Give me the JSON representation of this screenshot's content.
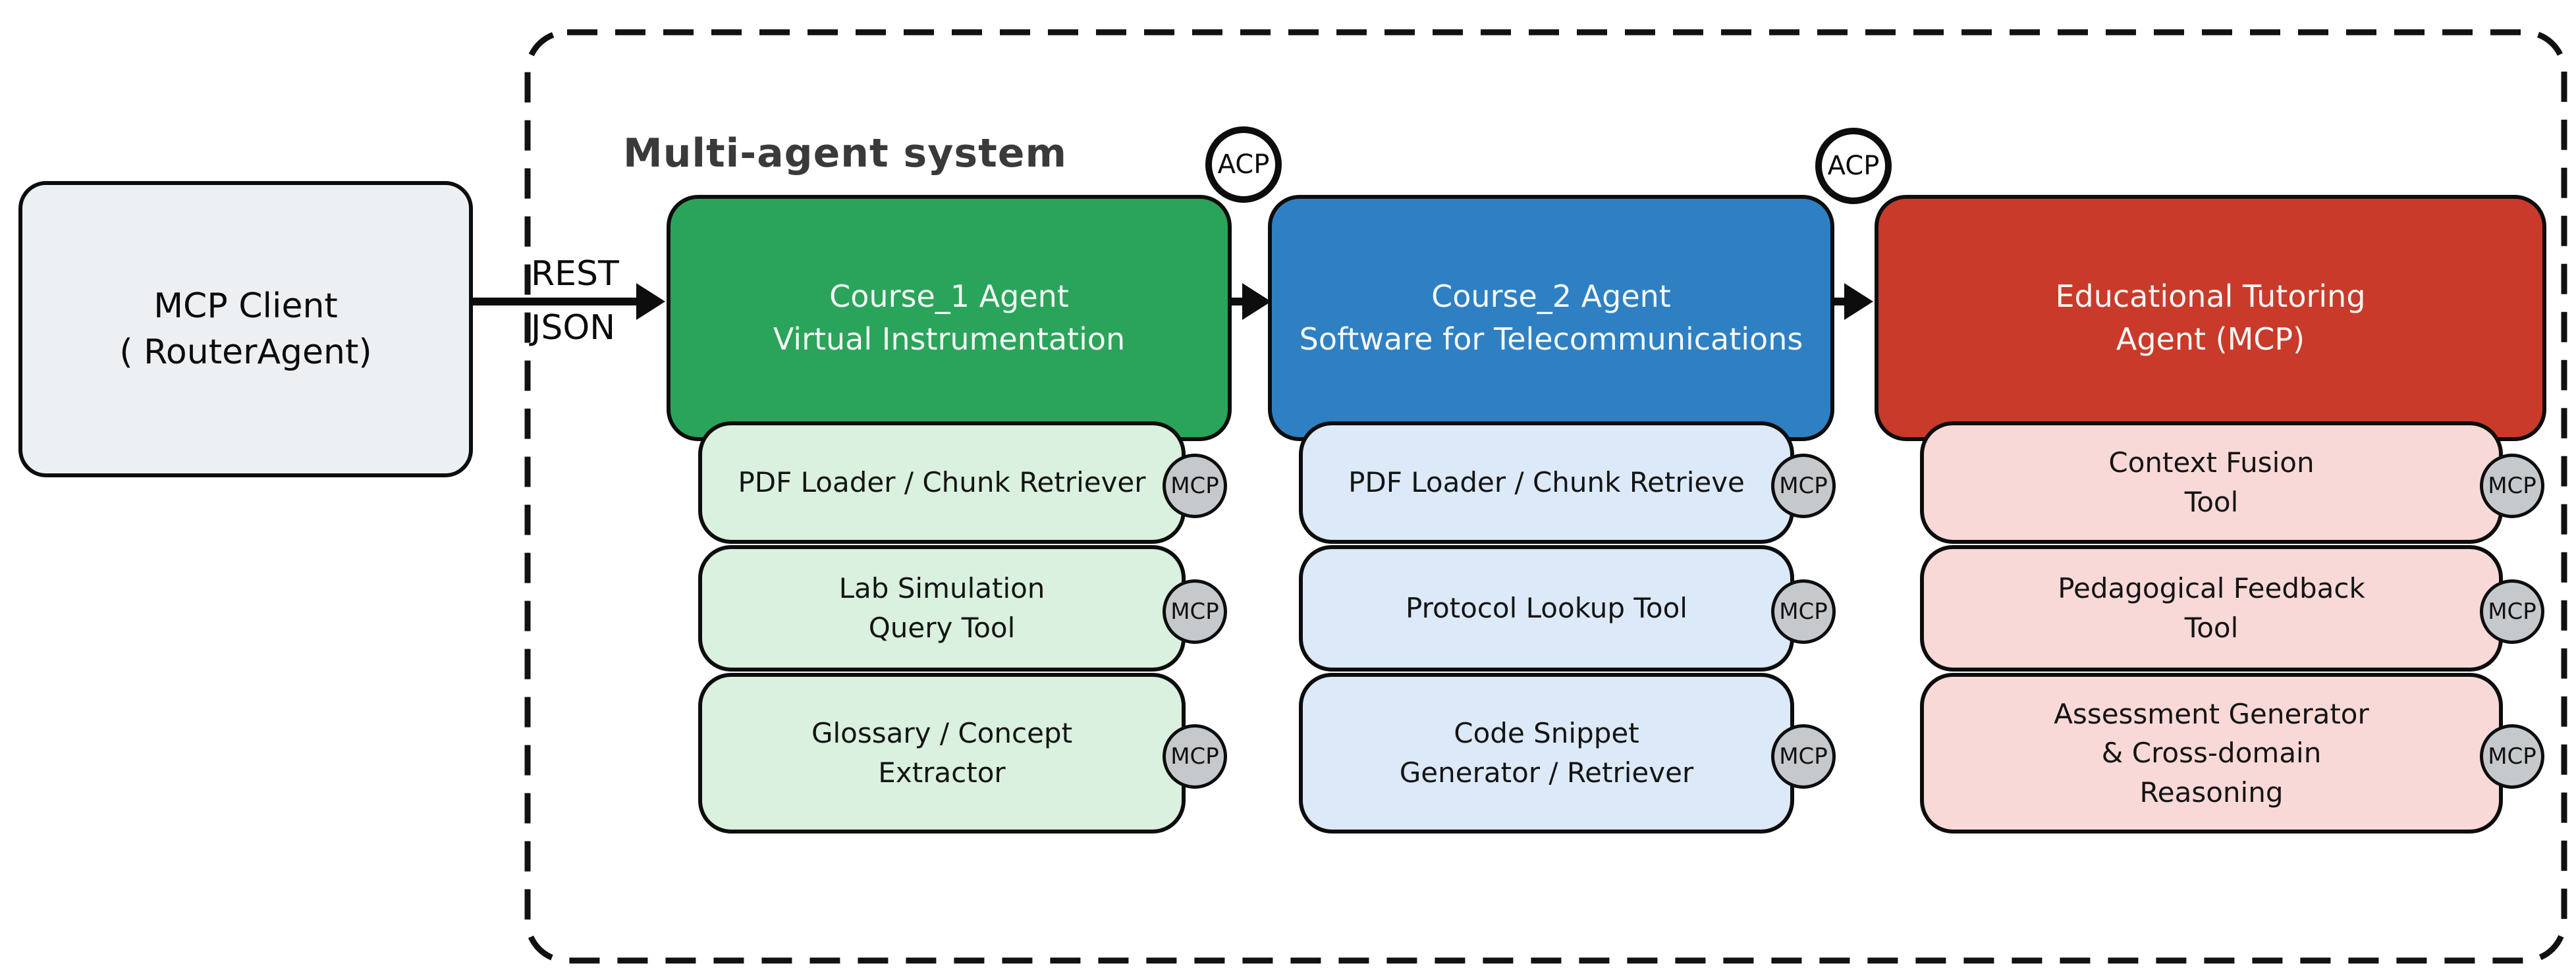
{
  "client": {
    "line1": "MCP Client",
    "line2": "( RouterAgent)"
  },
  "system": {
    "title": "Multi-agent system"
  },
  "labels": {
    "rest": "REST",
    "json": "JSON",
    "acp1": "ACP",
    "acp2": "ACP",
    "mcp": "MCP"
  },
  "agents": [
    {
      "name": "Course_1 Agent",
      "subtitle": "Virtual Instrumentation",
      "color": "#2aa45a",
      "tool_color": "#d9f1de",
      "tools": [
        {
          "lines": [
            "PDF Loader / Chunk Retriever"
          ]
        },
        {
          "lines": [
            "Lab Simulation",
            "Query Tool"
          ]
        },
        {
          "lines": [
            "Glossary / Concept",
            "Extractor"
          ]
        }
      ]
    },
    {
      "name": "Course_2 Agent",
      "subtitle": "Software for Telecommunications",
      "color": "#2e80c3",
      "tool_color": "#dbe9f8",
      "tools": [
        {
          "lines": [
            "PDF Loader / Chunk Retrieve"
          ]
        },
        {
          "lines": [
            "Protocol Lookup Tool"
          ]
        },
        {
          "lines": [
            "Code Snippet",
            "Generator / Retriever"
          ]
        }
      ]
    },
    {
      "name": "Educational Tutoring",
      "subtitle": "Agent (MCP)",
      "color": "#c93a2b",
      "tool_color": "#f9d9d7",
      "tools": [
        {
          "lines": [
            "Context Fusion",
            "Tool"
          ]
        },
        {
          "lines": [
            "Pedagogical Feedback",
            "Tool"
          ]
        },
        {
          "lines": [
            "Assessment Generator",
            "& Cross-domain",
            "Reasoning"
          ]
        }
      ]
    }
  ],
  "colors": {
    "border": "#0d0d0d",
    "client_bg": "#edf0f3",
    "badge_bg": "#c6c9cc",
    "title_text": "#3a3a3a",
    "agent_text": "#f4f8f5"
  }
}
